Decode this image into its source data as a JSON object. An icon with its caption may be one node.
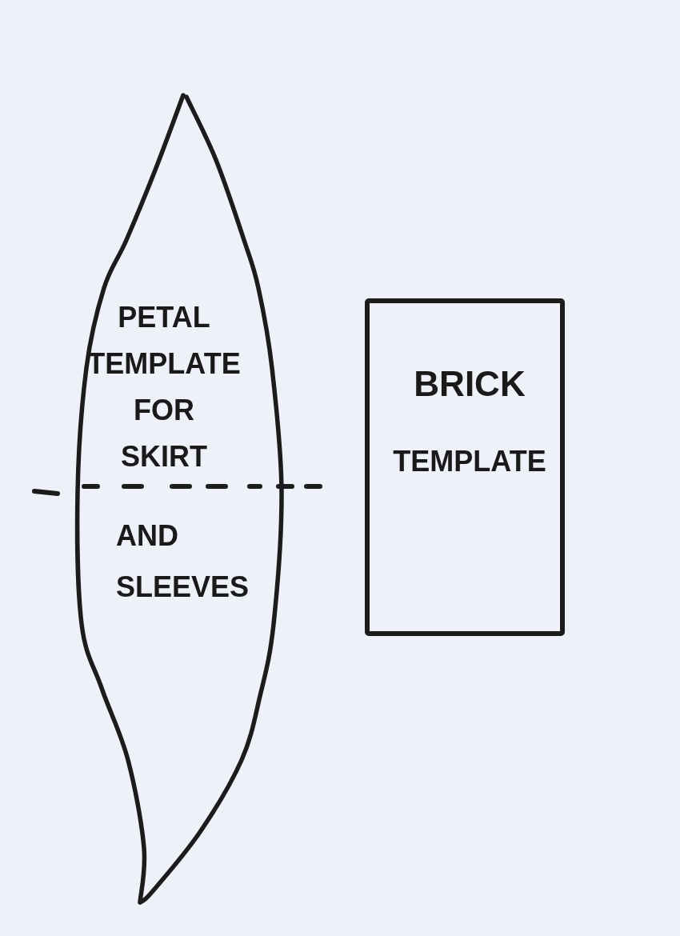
{
  "diagram": {
    "nodes": [
      {
        "text": [
          "PETAL TEMPLATE FOR SKIRT",
          "AND SLEEVES"
        ]
      },
      {
        "text": [
          "BRICK TEMPLATE"
        ]
      }
    ]
  }
}
